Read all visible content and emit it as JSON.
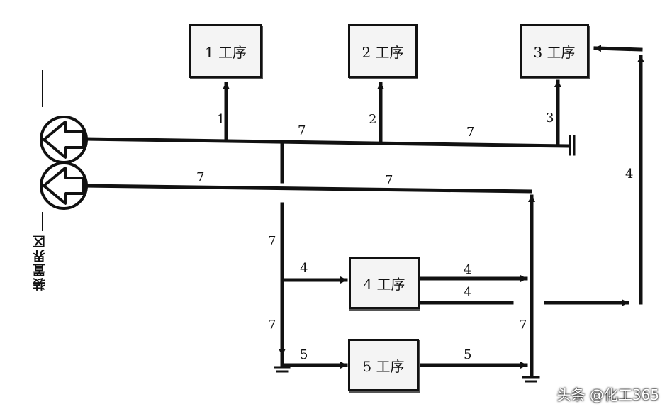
{
  "boxes": {
    "p1": "1 工序",
    "p2": "2 工序",
    "p3": "3 工序",
    "p4": "4 工序",
    "p5": "5 工序"
  },
  "line_labels": {
    "l1": "1",
    "l2": "2",
    "l3": "3",
    "l4_right": "4",
    "l7_top_a": "7",
    "l7_top_b": "7",
    "l7_mid_a": "7",
    "l7_mid_b": "7",
    "l7_left_a": "7",
    "l7_left_b": "7",
    "l7_right": "7",
    "l4_in": "4",
    "l4_out_a": "4",
    "l4_out_b": "4",
    "l5_in": "5",
    "l5_out": "5"
  },
  "boundary_label": "装置界区",
  "watermark": "头条 @化工365"
}
